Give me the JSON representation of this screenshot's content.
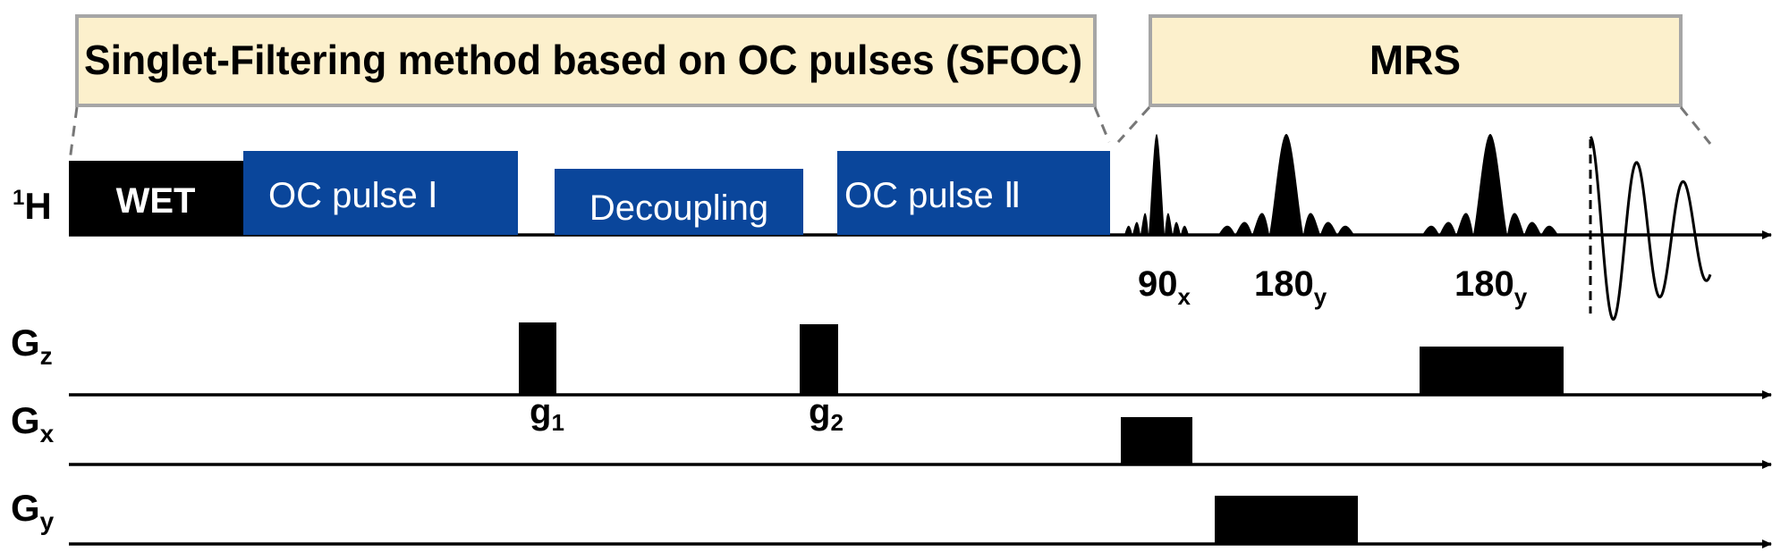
{
  "header": {
    "sfoc_label": "Singlet-Filtering method based on OC pulses (SFOC)",
    "mrs_label": "MRS"
  },
  "channels": {
    "h1": {
      "sup": "1",
      "main": "H"
    },
    "gz": {
      "main": "G",
      "sub": "z"
    },
    "gx": {
      "main": "G",
      "sub": "x"
    },
    "gy": {
      "main": "G",
      "sub": "y"
    }
  },
  "rf_blocks": {
    "wet": "WET",
    "oc1": "OC pulse Ⅰ",
    "decoupling": "Decoupling",
    "oc2": "OC pulse Ⅱ"
  },
  "rf_pulses": [
    {
      "main": "90",
      "sub": "x"
    },
    {
      "main": "180",
      "sub": "y"
    },
    {
      "main": "180",
      "sub": "y"
    }
  ],
  "gradients": {
    "g1": {
      "main": "g",
      "sub": "1"
    },
    "g2": {
      "main": "g",
      "sub": "2"
    }
  },
  "colors": {
    "header_fill": "#fcf0cc",
    "header_border": "#a6a6a6",
    "oc_blue": "#0a469b",
    "black": "#000000"
  }
}
